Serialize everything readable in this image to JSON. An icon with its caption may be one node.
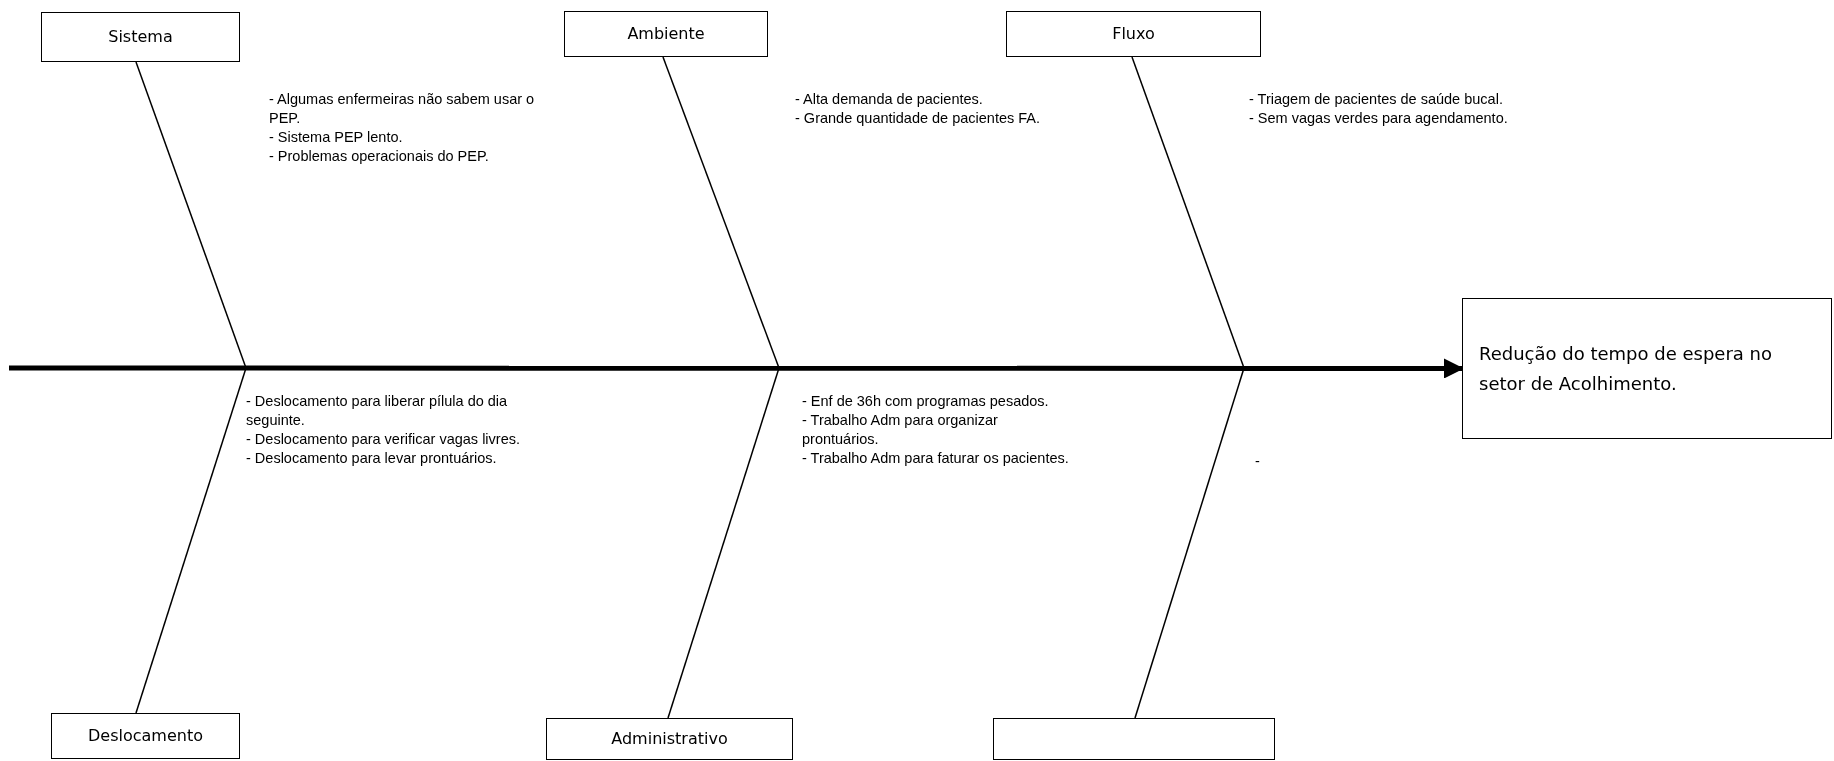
{
  "diagram": {
    "nodes": [
      {
        "text": [
          "Sistema"
        ]
      },
      {
        "text": [
          "Ambiente"
        ]
      },
      {
        "text": [
          "Fluxo"
        ]
      },
      {
        "text": [
          "Redução do tempo de espera no setor de Acolhimento."
        ]
      },
      {
        "text": [
          "Deslocamento"
        ]
      },
      {
        "text": [
          "Administrativo"
        ]
      },
      {
        "text": [],
        "shape": "box"
      }
    ],
    "edges": [
      {
        "from": null,
        "to": 3,
        "arrow": "to",
        "style": "thick"
      },
      {
        "from": 0,
        "to": null,
        "arrow": "none"
      },
      {
        "from": 1,
        "to": null,
        "arrow": "none"
      },
      {
        "from": 2,
        "to": null,
        "arrow": "none"
      },
      {
        "from": 4,
        "to": null,
        "arrow": "none"
      },
      {
        "from": 5,
        "to": null,
        "arrow": "none"
      },
      {
        "from": 6,
        "to": null,
        "arrow": "none"
      }
    ],
    "labels": [
      "- Algumas enfermeiras não sabem usar o PEP.",
      "- Sistema PEP lento.",
      "- Problemas operacionais do PEP.",
      "- Alta demanda de pacientes.",
      "- Grande quantidade de pacientes FA.",
      "- Triagem de pacientes de saúde bucal.",
      "- Sem vagas verdes para agendamento.",
      "- Deslocamento para liberar pílula do dia seguinte.",
      "- Deslocamento para verificar vagas livres.",
      "- Deslocamento para levar prontuários.",
      "- Enf de 36h com programas pesados.",
      "- Trabalho Adm para organizar prontuários.",
      "- Trabalho Adm para faturar os pacientes.",
      "-"
    ]
  }
}
